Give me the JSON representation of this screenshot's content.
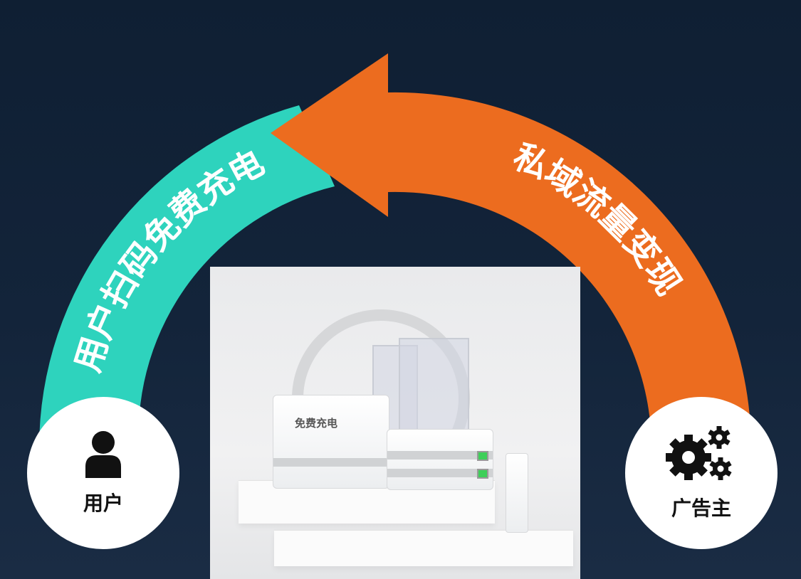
{
  "flow": {
    "left_arc_label": "用户扫码免费充电",
    "right_arc_label": "私域流量变现"
  },
  "nodes": {
    "user_label": "用户",
    "advertiser_label": "广告主"
  },
  "product": {
    "box_label": "免费充电"
  },
  "colors": {
    "teal": "#2ed3bd",
    "orange": "#ec6c1f",
    "background": "#13243a"
  },
  "icons": [
    "user-icon",
    "gears-icon"
  ]
}
